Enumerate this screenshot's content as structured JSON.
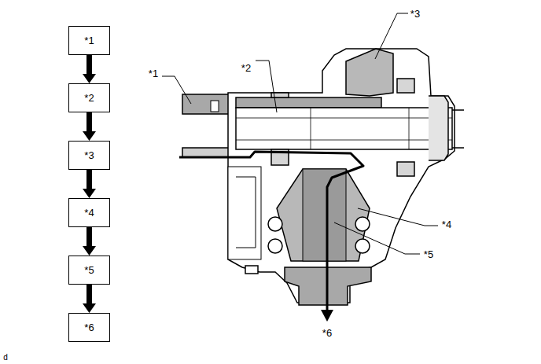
{
  "diagram": {
    "nodes": [
      {
        "text": [
          "*1"
        ]
      },
      {
        "text": [
          "*2"
        ]
      },
      {
        "text": [
          "*3"
        ]
      },
      {
        "text": [
          "*4"
        ]
      },
      {
        "text": [
          "*5"
        ]
      },
      {
        "text": [
          "*6"
        ]
      }
    ],
    "edges": [
      {
        "from": 0,
        "to": 1,
        "arrow": "to"
      },
      {
        "from": 1,
        "to": 2,
        "arrow": "to"
      },
      {
        "from": 2,
        "to": 3,
        "arrow": "to"
      },
      {
        "from": 3,
        "to": 4,
        "arrow": "to"
      },
      {
        "from": 4,
        "to": 5,
        "arrow": "to"
      }
    ],
    "labels": [
      "*1",
      "*2",
      "*3",
      "*4",
      "*5",
      "*6",
      "d"
    ]
  }
}
